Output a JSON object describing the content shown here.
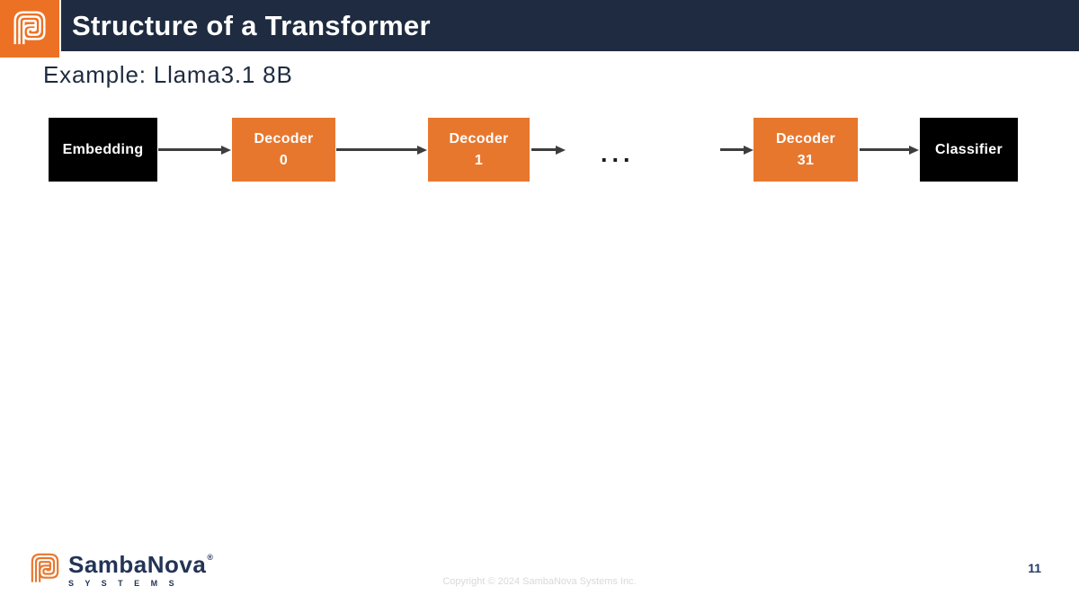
{
  "colors": {
    "navy": "#1E2B40",
    "orange": "#E8772E",
    "header_orange": "#ED7124",
    "node_black": "#000000",
    "arrow_gray": "#3D3D3D",
    "copyright_gray": "#D9D9D9",
    "white": "#FFFFFF"
  },
  "header": {
    "title": "Structure of a Transformer"
  },
  "subtitle": "Example: Llama3.1 8B",
  "diagram": {
    "ellipsis": "...",
    "nodes": [
      {
        "label": "Embedding",
        "style": "black"
      },
      {
        "label": "Decoder\n0",
        "style": "orange"
      },
      {
        "label": "Decoder\n1",
        "style": "orange"
      },
      {
        "label": "Decoder\n31",
        "style": "orange"
      },
      {
        "label": "Classifier",
        "style": "black"
      }
    ]
  },
  "footer": {
    "brand_name": "SambaNova",
    "registered_mark": "®",
    "brand_subtitle": "S Y S T E M S",
    "copyright": "Copyright © 2024 SambaNova Systems Inc.",
    "page_number": "11"
  }
}
